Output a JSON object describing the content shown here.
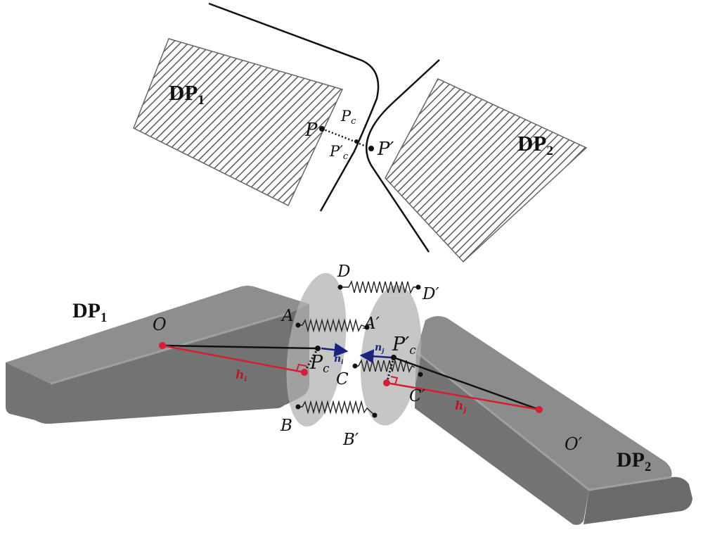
{
  "top": {
    "dp1": {
      "main": "DP",
      "sub": "1"
    },
    "dp2": {
      "main": "DP",
      "sub": "2"
    },
    "p": "P",
    "p_prime": "P′",
    "pc": {
      "main": "P",
      "sub": "c"
    },
    "pc_prime": {
      "main": "P′",
      "sub": "c"
    }
  },
  "bottom": {
    "dp1": {
      "main": "DP",
      "sub": "1"
    },
    "dp2": {
      "main": "DP",
      "sub": "2"
    },
    "o": "O",
    "o_prime": "O′",
    "pc": {
      "main": "P",
      "sub": "c"
    },
    "pc_prime": {
      "main": "P′",
      "sub": "c"
    },
    "a": "A",
    "a_prime": "A′",
    "b": "B",
    "b_prime": "B′",
    "c": "C",
    "c_prime": "C′",
    "d": "D",
    "d_prime": "D′",
    "hi": {
      "main": "h",
      "sub": "i"
    },
    "hj": {
      "main": "h",
      "sub": "j"
    },
    "ni": {
      "main": "n",
      "sub": "i"
    },
    "nj": {
      "main": "n",
      "sub": "j"
    }
  },
  "colors": {
    "block": "#808080",
    "block_top": "#8e8e8e",
    "disk": "#b3b3b3",
    "red": "#d41f33",
    "navy": "#1a237e"
  }
}
